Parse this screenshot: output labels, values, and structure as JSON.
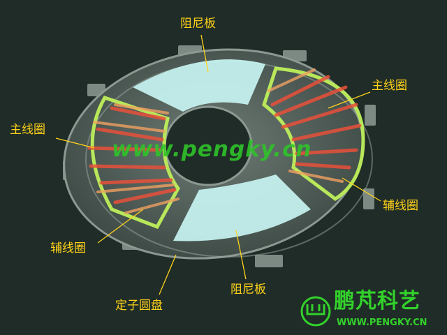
{
  "labels": {
    "damper_top": "阻尼板",
    "main_coil_right": "主线圈",
    "main_coil_left": "主线圈",
    "aux_coil_right": "辅线圈",
    "aux_coil_left": "辅线圈",
    "damper_bottom": "阻尼板",
    "stator_disc": "定子圆盘"
  },
  "watermark": "www.pengky.cn",
  "logo": {
    "name": "鹏芃科艺",
    "url": "WWW.PENGKY.CN"
  },
  "colors": {
    "background": "#1f2c27",
    "label": "#ffd21a",
    "brand": "#33d12b",
    "damper": "#c8f4f2",
    "main_coil": "#e8503a",
    "aux_coil": "#b8e85a"
  }
}
